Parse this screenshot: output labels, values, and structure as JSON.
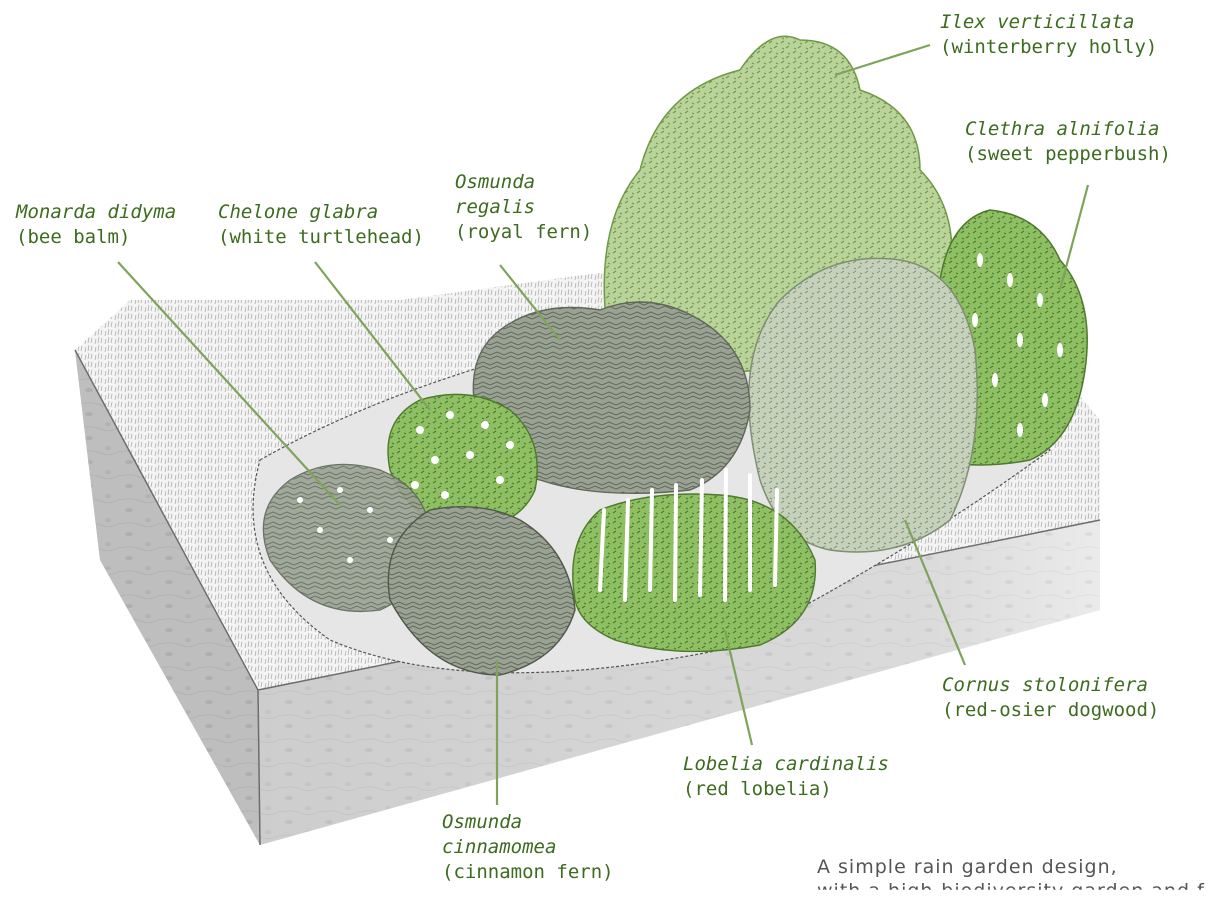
{
  "labels": [
    {
      "id": "ilex",
      "scientific": "Ilex verticillata",
      "common": "(winterberry holly)"
    },
    {
      "id": "clethra",
      "scientific": "Clethra alnifolia",
      "common": "(sweet pepperbush)"
    },
    {
      "id": "osmunda-regalis",
      "scientific_lines": [
        "Osmunda",
        "regalis"
      ],
      "common": "(royal fern)"
    },
    {
      "id": "monarda",
      "scientific": "Monarda didyma",
      "common": "(bee balm)"
    },
    {
      "id": "chelone",
      "scientific": "Chelone glabra",
      "common": "(white turtlehead)"
    },
    {
      "id": "cornus",
      "scientific": "Cornus stolonifera",
      "common": "(red-osier dogwood)"
    },
    {
      "id": "lobelia",
      "scientific": "Lobelia cardinalis",
      "common": "(red lobelia)"
    },
    {
      "id": "osmunda-cinnamomea",
      "scientific_lines": [
        "Osmunda",
        "cinnamomea"
      ],
      "common": "(cinnamon fern)"
    }
  ],
  "caption": {
    "line1": "A simple rain garden design,",
    "line2": "with a high-biodiversity garden and f"
  },
  "colors": {
    "label_text": "#3d6b1f",
    "leader_line": "#7fa35a",
    "shrub_light": "#b9d39a",
    "shrub_mid": "#8fbf63",
    "fern_gray": "#8f9a8a",
    "soil_gray": "#c9c9c9"
  }
}
